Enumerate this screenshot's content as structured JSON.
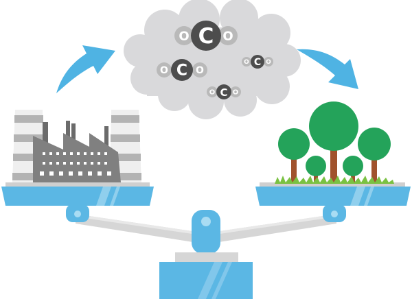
{
  "diagram": {
    "molecule_letters": {
      "center": "C",
      "side": "O"
    },
    "molecules": [
      {
        "id": "co2-large"
      },
      {
        "id": "co2-medium"
      },
      {
        "id": "co2-small-right"
      },
      {
        "id": "co2-small-bottom"
      }
    ],
    "icons": [
      "factory-icon",
      "cloud-icon",
      "tree-icon",
      "balance-scale-icon",
      "arrow-icon"
    ],
    "colors": {
      "sky_blue": "#5bb7e4",
      "arrow_blue": "#4fb3e3",
      "cloud": "#d9d9db",
      "factory": "#808080",
      "factory_dark": "#6b6b6b",
      "chimney_stripe": "#b3b3b3",
      "tree_leaf": "#24a35a",
      "tree_trunk": "#a0522d",
      "grass": "#7ac142",
      "beam": "#d6d6d6",
      "carbon_dark": "#4d4d4d",
      "oxygen_light": "#b9b9b9"
    }
  }
}
